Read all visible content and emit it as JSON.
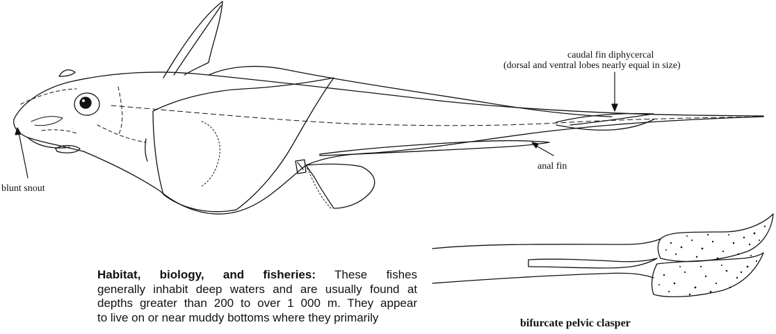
{
  "labels": {
    "caudal_title": "caudal fin diphycercal",
    "caudal_sub": "(dorsal and ventral lobes nearly equal in size)",
    "anal_fin": "anal fin",
    "blunt_snout": "blunt snout"
  },
  "clasper_caption": "bifurcate pelvic clasper",
  "text": {
    "heading": "Habitat, biology, and fisheries:",
    "line1_rest": "These fishes",
    "line2": "generally inhabit deep waters and are usually found at",
    "line3": "depths greater than 200  to over 1 000 m. They appear",
    "line4": "to live on or near muddy bottoms where they primarily"
  }
}
